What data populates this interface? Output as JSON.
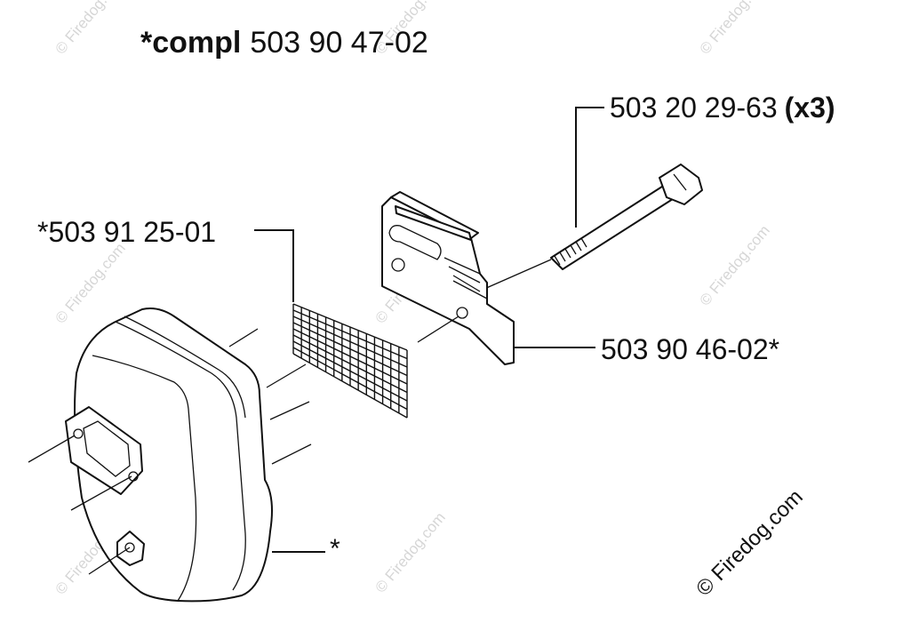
{
  "labels": {
    "assembly_prefix": "*compl",
    "assembly_number": "503 90 47-02",
    "bolt_number": "503 20 29-63",
    "bolt_qty": "(x3)",
    "screen_number": "*503 91 25-01",
    "plate_number": "503 90 46-02*",
    "muffler_star": "*"
  },
  "copyright": "© Firedog.com",
  "watermark_text": "© Firedog.com"
}
